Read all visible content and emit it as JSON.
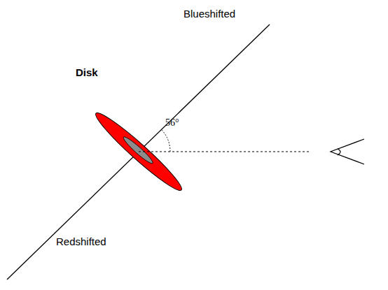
{
  "diagram": {
    "labels": [
      "Blueshifted",
      "Disk",
      "56°",
      "Redshifted"
    ]
  }
}
